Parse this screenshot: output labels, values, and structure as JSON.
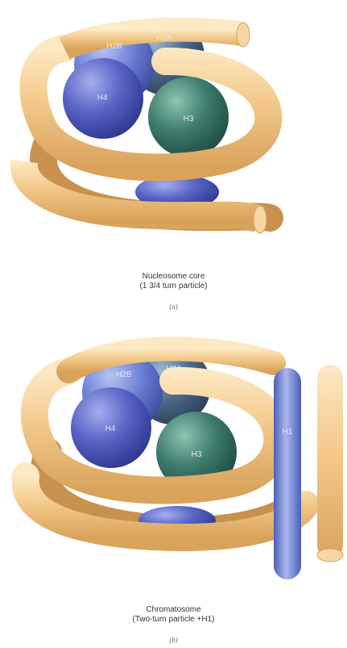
{
  "panels": [
    {
      "caption_title": "Nucleosome core",
      "caption_sub": "(1 3/4 turn particle)",
      "tag": "(a)",
      "histones": {
        "h2b": "H2B",
        "h2a": "H2A",
        "h4": "H4",
        "h3": "H3"
      }
    },
    {
      "caption_title": "Chromatosome",
      "caption_sub": "(Two-turn particle +H1)",
      "tag": "(b)",
      "histones": {
        "h2b": "H2B",
        "h2a": "H2A",
        "h4": "H4",
        "h3": "H3",
        "h1": "H1"
      }
    }
  ],
  "colors": {
    "dna_tube": "#f3c98a",
    "dna_highlight": "#fde9c4",
    "dna_shadow": "#d9a35c",
    "h2b": "#6f82d8",
    "h2a": "#4d6d8e",
    "h4": "#5864c4",
    "h3": "#3e7d6e",
    "h1": "#7c8fd8",
    "caption_text": "#333333"
  }
}
